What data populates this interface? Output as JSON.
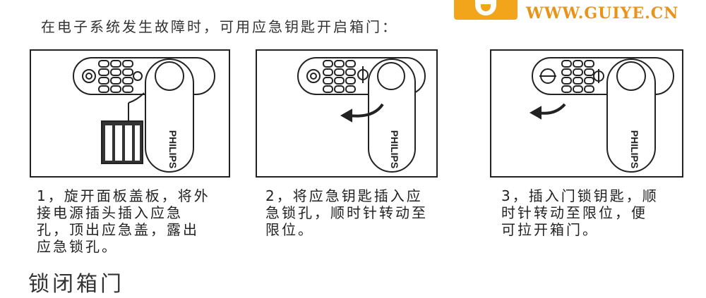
{
  "intro": "在电子系统发生故障时，可用应急钥匙开启箱门：",
  "site": "WWW.GUIYE.CN",
  "brand": "PHILIPS",
  "steps": [
    {
      "text": "1，旋开面板盖板，将外\n接电源插头插入应急\n孔，顶出应急盖，露出\n应急锁孔。"
    },
    {
      "text": "2，将应急钥匙插入应\n急锁孔，顺时针转动至\n限位。"
    },
    {
      "text": "3，插入门锁钥匙，顺\n时针转动至限位，便\n可拉开箱门。"
    }
  ],
  "heading": "锁闭箱门",
  "colors": {
    "logo": "#f2a51a",
    "site": "#e8941a",
    "ink": "#222222"
  },
  "icons": [
    "keypad-icon",
    "battery-pack-icon",
    "arrow-icon",
    "key-icon",
    "lock-cylinder-icon"
  ]
}
